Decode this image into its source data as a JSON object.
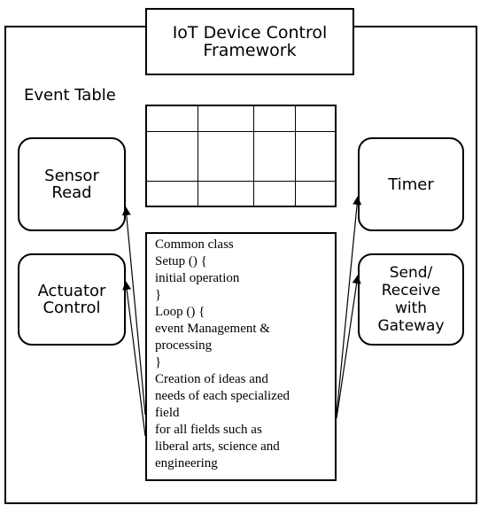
{
  "title": {
    "line1": "IoT Device Control",
    "line2": "Framework"
  },
  "event_table": {
    "label": "Event Table",
    "rows": 3,
    "cols": 4
  },
  "boxes": {
    "sensor": {
      "line1": "Sensor",
      "line2": "Read"
    },
    "actuator": {
      "line1": "Actuator",
      "line2": "Control"
    },
    "timer": {
      "line1": "Timer"
    },
    "gateway": {
      "line1": "Send/",
      "line2": "Receive",
      "line3": "with",
      "line4": "Gateway"
    }
  },
  "code": {
    "lines": [
      "Common class",
      "Setup () {",
      "initial operation",
      "}",
      "Loop () {",
      "event Management &",
      "processing",
      "}",
      "Creation of ideas and",
      "needs of each specialized",
      "field",
      "for all fields such as",
      "liberal arts, science and",
      "engineering"
    ]
  }
}
